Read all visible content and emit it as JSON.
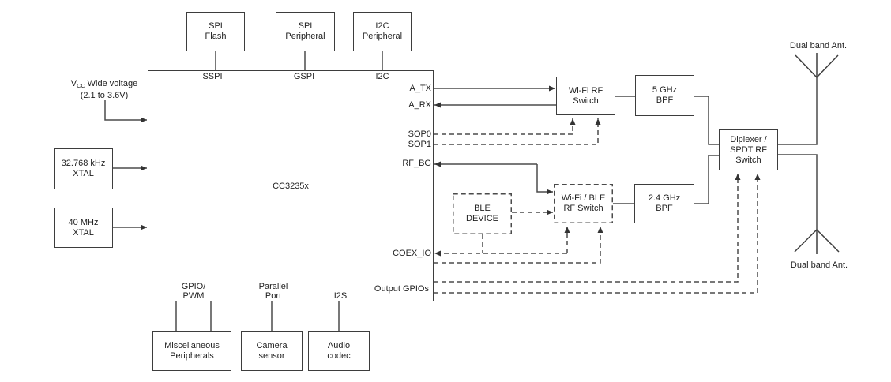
{
  "chip": {
    "label": "CC3235x",
    "pins": {
      "sspi": "SSPI",
      "gspi": "GSPI",
      "i2c": "I2C",
      "a_tx": "A_TX",
      "a_rx": "A_RX",
      "sop0": "SOP0",
      "sop1": "SOP1",
      "rf_bg": "RF_BG",
      "coex_io": "COEX_IO",
      "output_gpios": "Output GPIOs",
      "gpio_pwm": "GPIO/\nPWM",
      "parallel_port": "Parallel\nPort",
      "i2s": "I2S"
    }
  },
  "blocks": {
    "spi_flash": {
      "label": "SPI\nFlash"
    },
    "spi_peripheral": {
      "label": "SPI\nPeripheral"
    },
    "i2c_peripheral": {
      "label": "I2C\nPeripheral"
    },
    "xtal_32k": {
      "label": "32.768 kHz\nXTAL"
    },
    "xtal_40m": {
      "label": "40 MHz\nXTAL"
    },
    "wifi_rf_switch": {
      "label": "Wi-Fi RF\nSwitch"
    },
    "bpf_5ghz": {
      "label": "5 GHz\nBPF"
    },
    "ble_device": {
      "label": "BLE\nDEVICE"
    },
    "wifi_ble_rf_switch": {
      "label": "Wi-Fi / BLE\nRF Switch"
    },
    "bpf_24ghz": {
      "label": "2.4 GHz\nBPF"
    },
    "diplexer": {
      "label": "Diplexer /\nSPDT RF\nSwitch"
    },
    "misc_peripherals": {
      "label": "Miscellaneous\nPeripherals"
    },
    "camera_sensor": {
      "label": "Camera\nsensor"
    },
    "audio_codec": {
      "label": "Audio\ncodec"
    }
  },
  "labels": {
    "vcc_v": "V",
    "vcc_sub": "CC",
    "vcc_rest": " Wide voltage",
    "vcc_range": "(2.1 to 3.6V)",
    "antenna_top": "Dual band Ant.",
    "antenna_bottom": "Dual band Ant."
  },
  "colors": {
    "line": "#4b4b4b",
    "border": "#3d3d3d",
    "arrow": "#333333",
    "text": "#1f1f1f",
    "background": "#ffffff"
  }
}
